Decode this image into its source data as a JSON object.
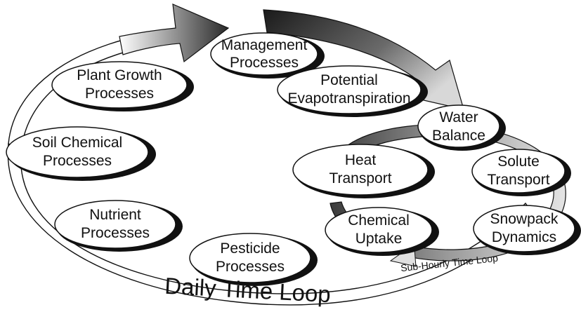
{
  "diagram": {
    "daily_loop_label": "Daily Time Loop",
    "sub_hourly_loop_label": "Sub-Hourly Time Loop",
    "nodes": {
      "management": [
        "Management",
        "Processes"
      ],
      "plant_growth": [
        "Plant Growth",
        "Processes"
      ],
      "potential_et": [
        "Potential",
        "Evapotranspiration"
      ],
      "water_balance": [
        "Water",
        "Balance"
      ],
      "soil_chemical": [
        "Soil Chemical",
        "Processes"
      ],
      "heat_transport": [
        "Heat",
        "Transport"
      ],
      "solute_transport": [
        "Solute",
        "Transport"
      ],
      "nutrient": [
        "Nutrient",
        "Processes"
      ],
      "chemical_uptake": [
        "Chemical",
        "Uptake"
      ],
      "snowpack": [
        "Snowpack",
        "Dynamics"
      ],
      "pesticide": [
        "Pesticide",
        "Processes"
      ]
    }
  }
}
